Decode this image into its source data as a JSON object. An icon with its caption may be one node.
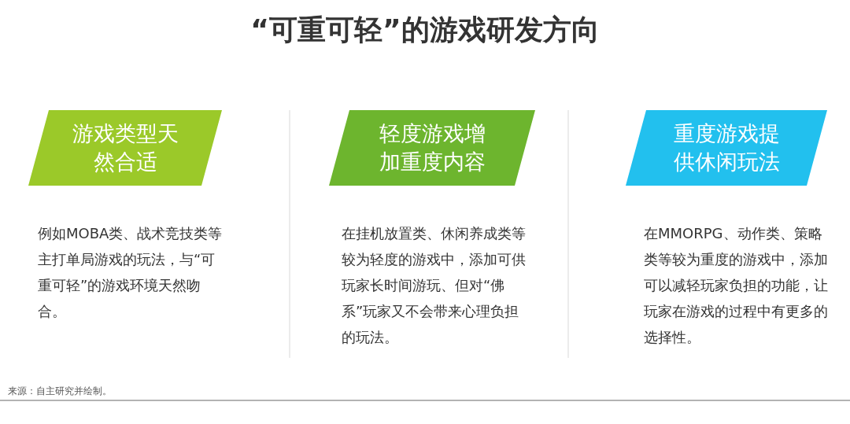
{
  "diagram": {
    "title": "“可重可轻”的游戏研发方向",
    "nodes": [
      {
        "text": [
          "游戏类型天然合适"
        ],
        "beside": [
          "例如MOBA类、战术竞技类等主打单局游戏的玩法，与“可重可轻”的游戏环境天然吻合。"
        ]
      },
      {
        "text": [
          "轻度游戏增加重度内容"
        ],
        "beside": [
          "在挂机放置类、休闲养成类等较为轻度的游戏中，添加可供玩家长时间游玩、但对“佛系”玩家又不会带来心理负担的玩法。"
        ]
      },
      {
        "text": [
          "重度游戏提供休闲玩法"
        ],
        "beside": [
          "在MMORPG、动作类、策略类等较为重度的游戏中，添加可以减轻玩家负担的功能，让玩家在游戏的过程中有更多的选择性。"
        ]
      }
    ],
    "edges": [],
    "labels": [
      "来源：自主研究并绘制。"
    ]
  }
}
